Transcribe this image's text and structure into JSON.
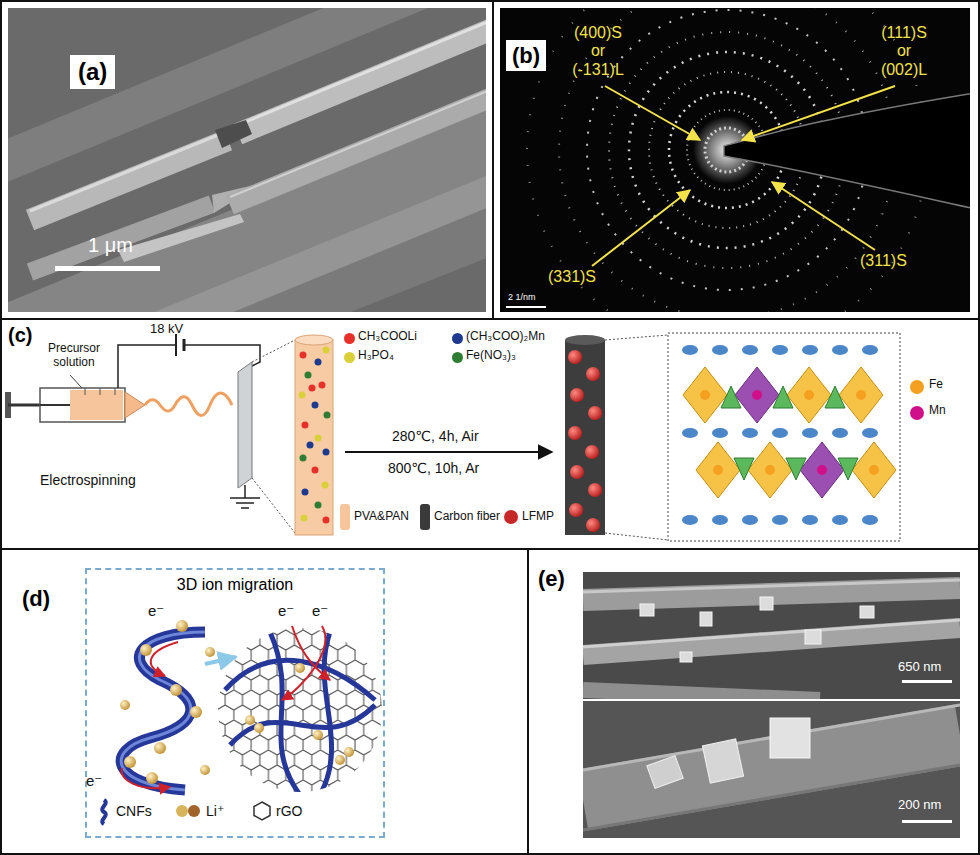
{
  "diagram": {
    "nodes": [
      {
        "text": [
          "(a)"
        ]
      },
      {
        "text": [
          "(b)"
        ]
      },
      {
        "text": [
          "(c)"
        ]
      },
      {
        "text": [
          "(d)"
        ]
      },
      {
        "text": [
          "(e)"
        ]
      },
      {
        "text": [
          "3D ion migration"
        ],
        "in": 3
      }
    ],
    "labels": [
      "1 μm",
      "(400)S or (-131)L",
      "(111)S or (002)L",
      "(331)S",
      "(311)S",
      "2 1/nm",
      "Precursor solution",
      "18 kV",
      "Electrospinning",
      "280℃, 4h, Air",
      "800℃, 10h, Ar",
      "e⁻",
      "e⁻",
      "e⁻",
      "e⁻",
      "650 nm",
      "200 nm"
    ],
    "legend": [
      {
        "text": "CH₃COOLi",
        "color": "#e8302a"
      },
      {
        "text": "(CH₃COO)₂Mn",
        "color": "#1d3a8f"
      },
      {
        "text": "H₃PO₄",
        "color": "#d9d03a"
      },
      {
        "text": "Fe(NO₃)₃",
        "color": "#2e7d32"
      },
      {
        "text": "PVA&PAN",
        "color": "#f6c59c"
      },
      {
        "text": "Carbon fiber",
        "color": "#3a3a3a"
      },
      {
        "text": "LFMP",
        "color": "#c62828"
      },
      {
        "text": "Fe",
        "color": "#f5a020"
      },
      {
        "text": "Mn",
        "color": "#d0108a"
      },
      {
        "text": "CNFs"
      },
      {
        "text": "Li⁺",
        "color": "#d8b45c"
      },
      {
        "text": "rGO"
      }
    ]
  }
}
